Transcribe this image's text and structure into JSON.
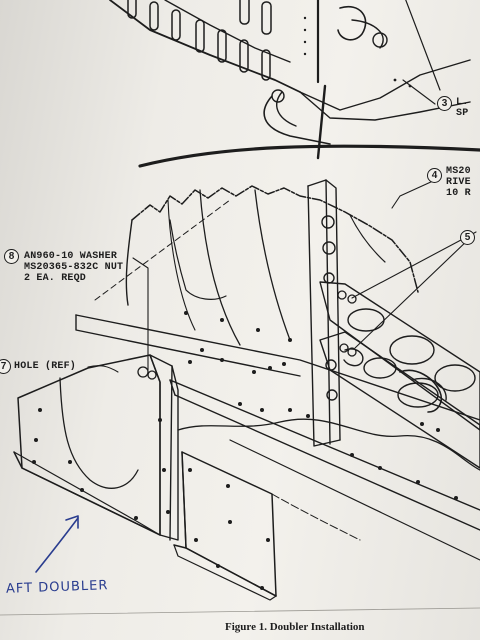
{
  "callouts": {
    "c3": {
      "number": "3",
      "text": "L.\nSP"
    },
    "c4": {
      "number": "4",
      "text": "MS20\nRIVE\n10 R"
    },
    "c5": {
      "number": "5"
    },
    "c7": {
      "number": "7",
      "text": "HOLE (REF)"
    },
    "c8": {
      "number": "8",
      "text": "AN960-10 WASHER\nMS20365-832C NUT\n2 EA. REQD"
    }
  },
  "caption": "Figure 1.  Doubler Installation",
  "handwritten_note": "AFT DOUBLER",
  "colors": {
    "ink": "#1d1d1d",
    "pen": "#2a3d8f",
    "paper": "#f1efea"
  }
}
